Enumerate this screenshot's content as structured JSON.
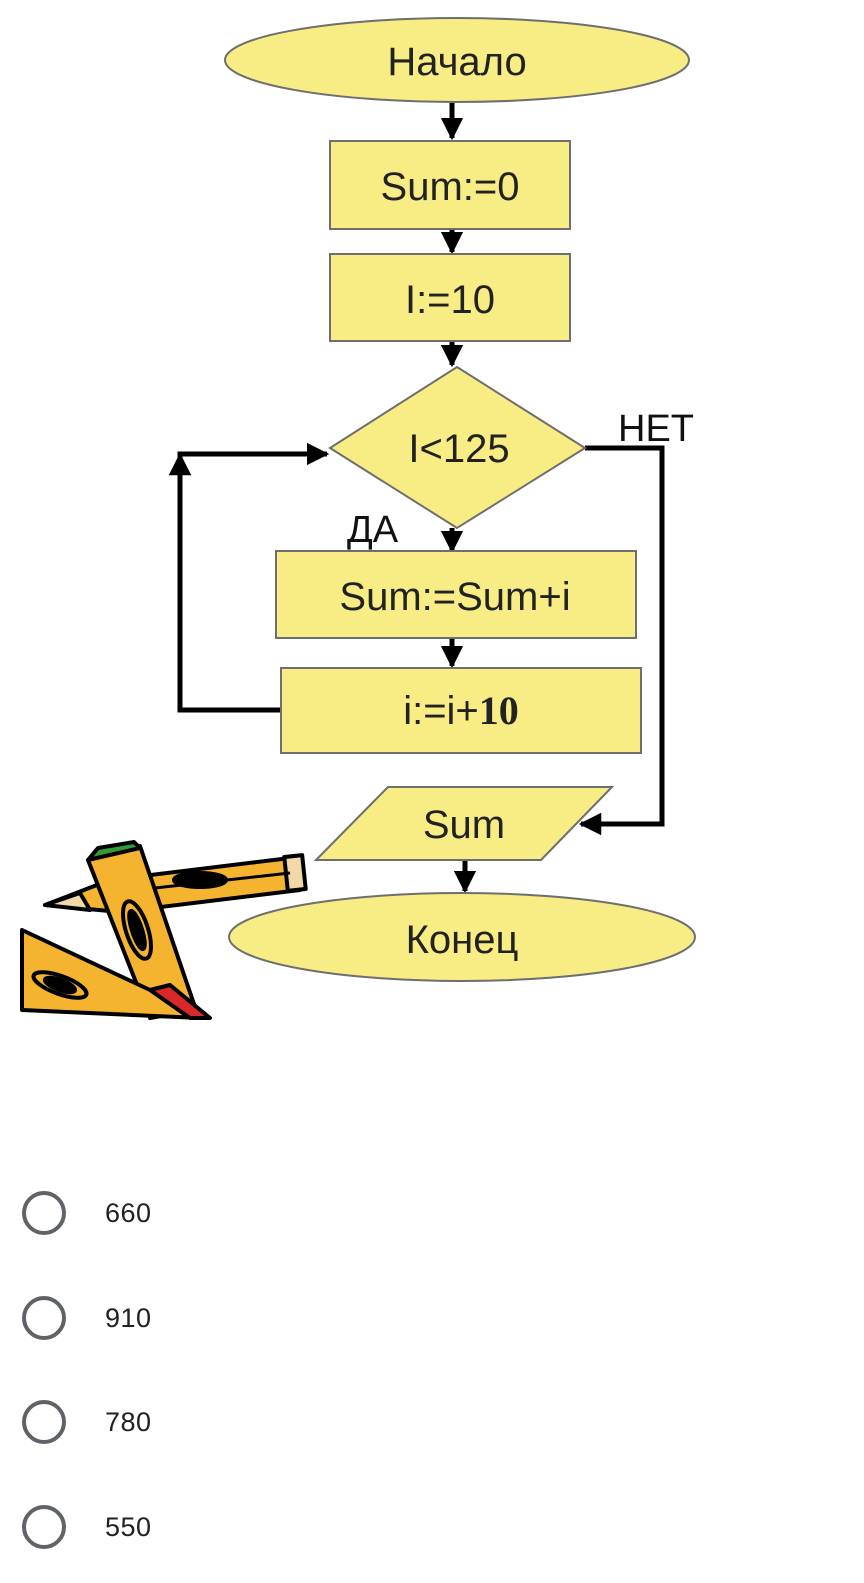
{
  "flowchart": {
    "start_label": "Начало",
    "step_sum_init": "Sum:=0",
    "step_i_init": "I:=10",
    "condition": "I<125",
    "no_label": "НЕТ",
    "yes_label": "ДА",
    "step_sum_add": "Sum:=Sum+i",
    "step_i_inc_prefix": "i:=i+",
    "step_i_inc_bold": "10",
    "output_label": "Sum",
    "end_label": "Конец",
    "colors": {
      "shape_fill": "#f8ec84",
      "shape_stroke": "#6e6e6e",
      "line": "#000000"
    }
  },
  "clipart": {
    "icon": "pencils-icon"
  },
  "answers": {
    "options": [
      {
        "label": "660"
      },
      {
        "label": "910"
      },
      {
        "label": "780"
      },
      {
        "label": "550"
      }
    ]
  }
}
